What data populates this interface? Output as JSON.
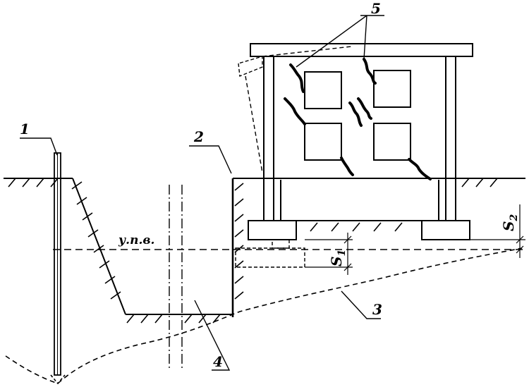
{
  "labels": {
    "pipe": "1",
    "sheet_wall": "2",
    "depression_curve": "3",
    "trench": "4",
    "cracks": "5",
    "water_level": "у.п.в.",
    "settlement_1_letter": "S",
    "settlement_1_sub": "1",
    "settlement_2_letter": "S",
    "settlement_2_sub": "2"
  },
  "colors": {
    "ink": "#000000",
    "background": "#ffffff"
  }
}
